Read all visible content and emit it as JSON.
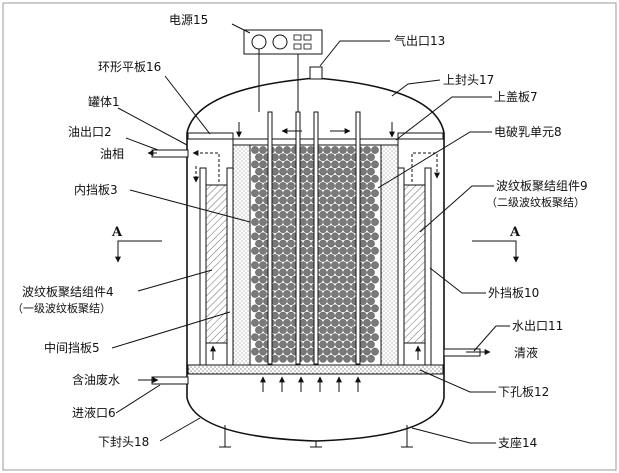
{
  "labels": {
    "power_supply": "电源15",
    "gas_outlet": "气出口13",
    "ring_plate": "环形平板16",
    "upper_head": "上封头17",
    "tank": "罐体1",
    "upper_cover": "上盖板7",
    "oil_outlet": "油出口2",
    "emulsion_breaking_unit": "电破乳单元8",
    "oil_phase": "油相",
    "inner_baffle": "内挡板3",
    "corrugated_assembly_2": "波纹板聚结组件9",
    "corrugated_assembly_2_note": "（二级波纹板聚结）",
    "corrugated_assembly_1": "波纹板聚结组件4",
    "corrugated_assembly_1_note": "（一级波纹板聚结）",
    "outer_baffle": "外挡板10",
    "middle_baffle": "中间挡板5",
    "water_outlet": "水出口11",
    "clear_liquid": "清液",
    "oily_wastewater": "含油废水",
    "lower_perforated_plate": "下孔板12",
    "liquid_inlet": "进液口6",
    "lower_head": "下封头18",
    "support": "支座14",
    "section_left": "A",
    "section_right": "A"
  }
}
